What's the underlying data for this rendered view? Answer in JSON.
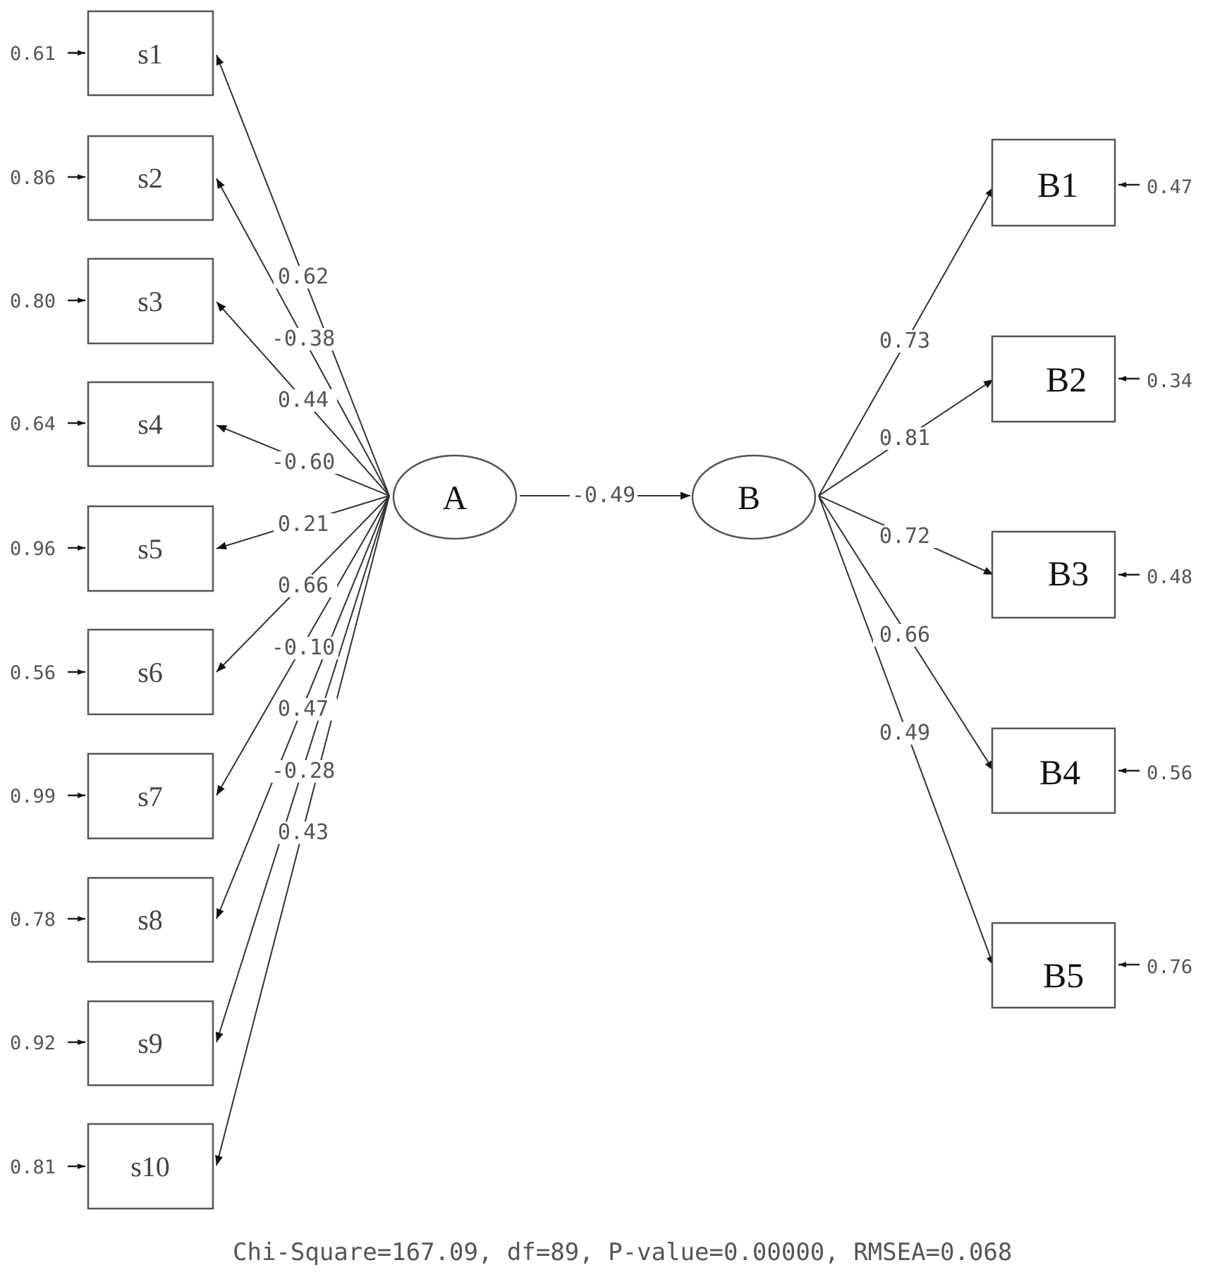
{
  "latent_a": {
    "label": "A"
  },
  "latent_b": {
    "label": "B"
  },
  "structural_path": {
    "coefficient": "-0.49"
  },
  "indicators_a": [
    {
      "label": "s1",
      "loading": "0.62",
      "error": "0.61"
    },
    {
      "label": "s2",
      "loading": "-0.38",
      "error": "0.86"
    },
    {
      "label": "s3",
      "loading": "0.44",
      "error": "0.80"
    },
    {
      "label": "s4",
      "loading": "-0.60",
      "error": "0.64"
    },
    {
      "label": "s5",
      "loading": "0.21",
      "error": "0.96"
    },
    {
      "label": "s6",
      "loading": "0.66",
      "error": "0.56"
    },
    {
      "label": "s7",
      "loading": "-0.10",
      "error": "0.99"
    },
    {
      "label": "s8",
      "loading": "0.47",
      "error": "0.78"
    },
    {
      "label": "s9",
      "loading": "-0.28",
      "error": "0.92"
    },
    {
      "label": "s10",
      "loading": "0.43",
      "error": "0.81"
    }
  ],
  "indicators_b": [
    {
      "label": "B1",
      "loading": "0.73",
      "error": "0.47"
    },
    {
      "label": "B2",
      "loading": "0.81",
      "error": "0.34"
    },
    {
      "label": "B3",
      "loading": "0.72",
      "error": "0.48"
    },
    {
      "label": "B4",
      "loading": "0.66",
      "error": "0.56"
    },
    {
      "label": "B5",
      "loading": "0.49",
      "error": "0.76"
    }
  ],
  "fit_statistics": "Chi-Square=167.09, df=89, P-value=0.00000, RMSEA=0.068"
}
